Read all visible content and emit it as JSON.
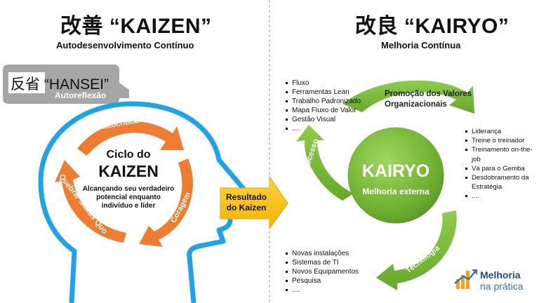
{
  "left": {
    "title": "改善 “KAIZEN”",
    "subtitle": "Autodesenvolvimento Contínuo",
    "hansei": {
      "title": "反省 “HANSEI”",
      "subtitle": "Autoreflexão"
    },
    "cycle": {
      "title": "Ciclo do",
      "name": "KAIZEN",
      "description_lines": [
        "Alcançando seu verdadeiro",
        "potencial enquanto",
        "indivíduo e líder"
      ],
      "arrow_labels": {
        "top": "Autocrítica",
        "right": "Coragem",
        "left": "Quebrar Status Quo"
      }
    }
  },
  "center_arrow": {
    "label_lines": [
      "Resultado",
      "do Kaizen"
    ]
  },
  "right": {
    "title": "改良 “KAIRYO”",
    "subtitle": "Melhoria Contínua",
    "hub": {
      "title": "KAIRYO",
      "subtitle": "Melhoria externa"
    },
    "process_label": "Processo",
    "technology_label": "Tecnologia",
    "values_label_lines": [
      "Promoção dos Valores",
      "Organizacionais"
    ],
    "process_items": [
      "Fluxo",
      "Ferramentas Lean",
      "Trabalho Padronizado",
      "Mapa Fluxo de Valor",
      "Gestão Visual",
      "...."
    ],
    "values_items": [
      "Liderança",
      "Treine o treinador",
      "Treinamento on-the-job",
      "Vá para o Gemba",
      "Desdobramento da Estratégia",
      "...."
    ],
    "technology_items": [
      "Novas instalações",
      "Sistemas de TI",
      "Novos Equipamentos",
      "Pesquisa",
      "...."
    ]
  },
  "logo": {
    "line1": "Melhoria",
    "line2": "na prática"
  },
  "colors": {
    "green": "#7cbc3d",
    "green_dark": "#5e9a2a",
    "orange": "#ee7d31",
    "head_outline": "#1fa3e8",
    "gold": "#ffc000",
    "gray": "#a6a6a6"
  }
}
